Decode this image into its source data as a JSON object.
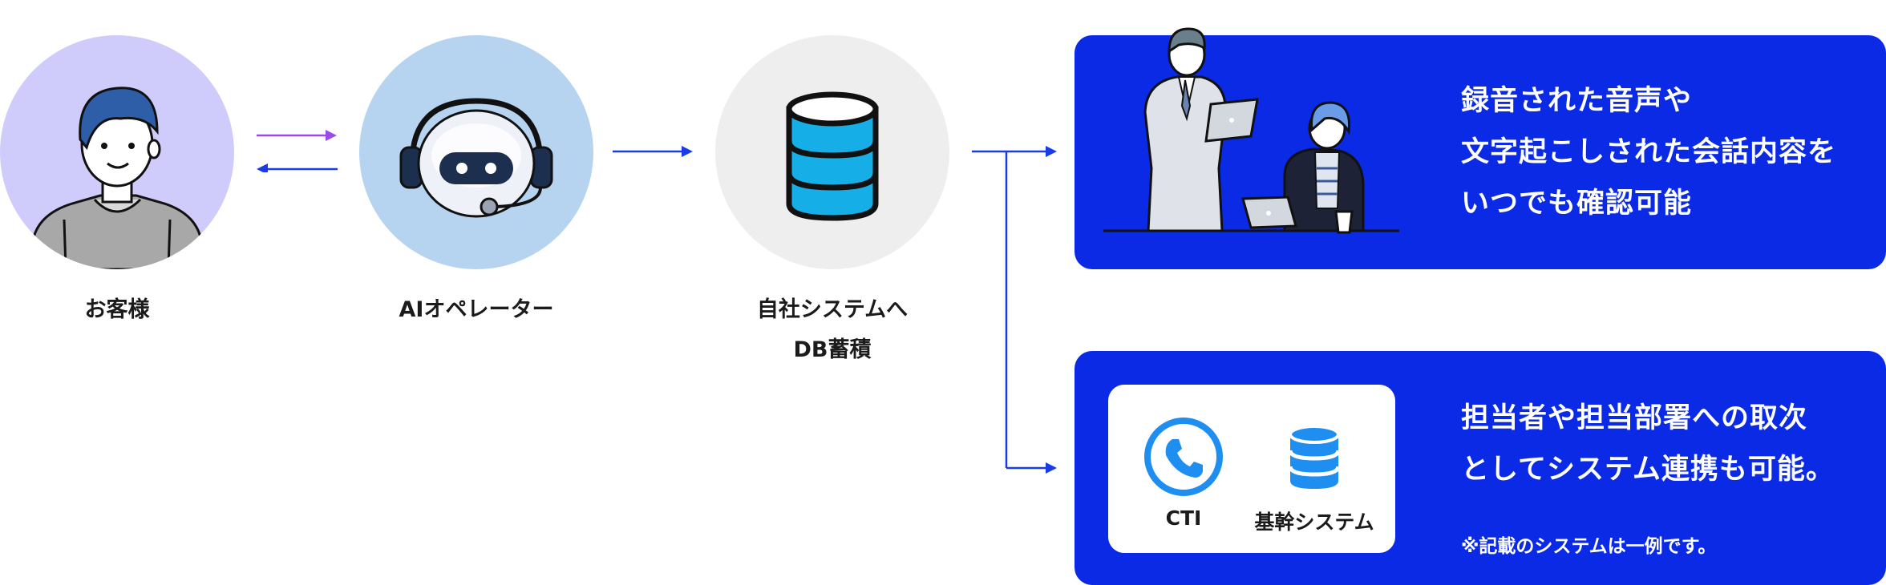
{
  "flow": {
    "customer_label": "お客様",
    "ai_label": "AIオペレーター",
    "db_label_line1": "自社システムへ",
    "db_label_line2": "DB蓄積"
  },
  "card_recording": {
    "line1": "録音された音声や",
    "line2": "文字起こしされた会話内容を",
    "line3": "いつでも確認可能"
  },
  "card_integration": {
    "line1": "担当者や担当部署への取次",
    "line2": "としてシステム連携も可能。",
    "note": "※記載のシステムは一例です。",
    "systems": [
      {
        "label": "CTI",
        "icon": "phone-icon"
      },
      {
        "label": "基幹システム",
        "icon": "database-icon"
      }
    ]
  },
  "colors": {
    "card_blue": "#0b2ae6",
    "arrow_blue": "#1a3be8",
    "arrow_purple": "#9a4ae8",
    "customer_bg": "#cfcbfa",
    "ai_bg": "#b6d4ef",
    "db_bg": "#eeeeee",
    "db_cyan": "#15aee6",
    "icon_blue": "#1e8ff0"
  }
}
